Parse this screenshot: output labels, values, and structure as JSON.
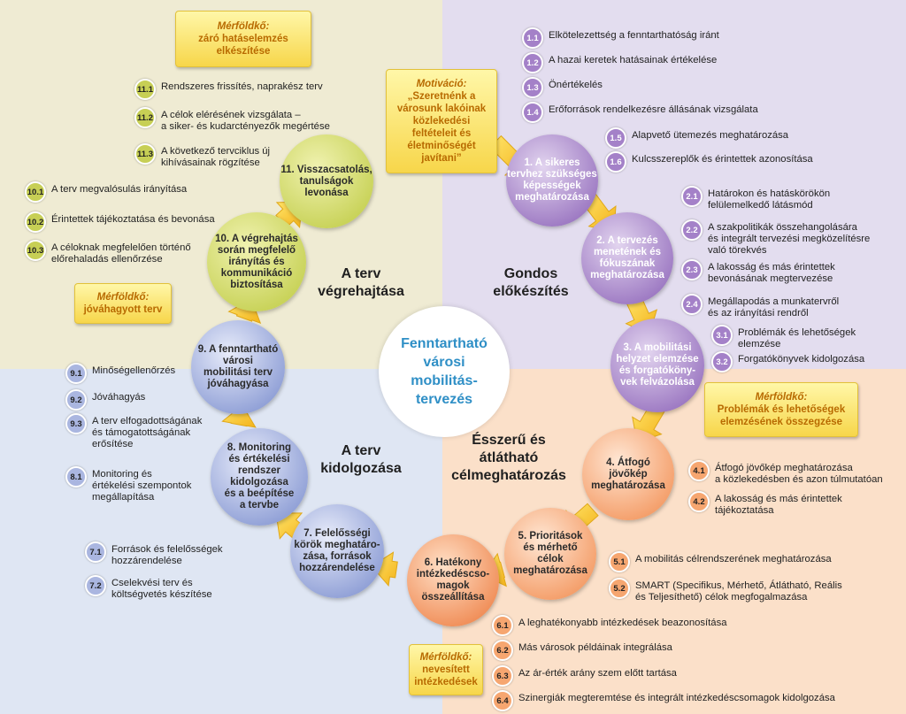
{
  "center_title": [
    "Fenntartható",
    "városi",
    "mobilitás-",
    "tervezés"
  ],
  "phases": {
    "prep": [
      "Gondos",
      "előkészítés"
    ],
    "goals": [
      "Ésszerű és",
      "átlátható",
      "célmeghatározás"
    ],
    "develop": [
      "A terv",
      "kidolgozása"
    ],
    "implement": [
      "A terv",
      "végrehajtása"
    ]
  },
  "circles": [
    {
      "num": 1,
      "lines": [
        "1. A sikeres",
        "tervhez szükséges",
        "képességek",
        "meghatározása"
      ]
    },
    {
      "num": 2,
      "lines": [
        "2. A tervezés",
        "menetének és",
        "fókuszának",
        "meghatározása"
      ]
    },
    {
      "num": 3,
      "lines": [
        "3. A mobilitási",
        "helyzet elemzése",
        "és forgatóköny-",
        "vek felvázolása"
      ]
    },
    {
      "num": 4,
      "lines": [
        "4. Átfogó",
        "jövőkép",
        "meghatározása"
      ]
    },
    {
      "num": 5,
      "lines": [
        "5. Prioritások",
        "és mérhető",
        "célok",
        "meghatározása"
      ]
    },
    {
      "num": 6,
      "lines": [
        "6. Hatékony",
        "intézkedéscso-",
        "magok",
        "összeállítása"
      ]
    },
    {
      "num": 7,
      "lines": [
        "7. Felelősségi",
        "körök meghatáro-",
        "zása, források",
        "hozzárendelése"
      ]
    },
    {
      "num": 8,
      "lines": [
        "8. Monitoring",
        "és értékelési",
        "rendszer",
        "kidolgozása",
        "és a beépítése",
        "a tervbe"
      ]
    },
    {
      "num": 9,
      "lines": [
        "9. A fenntartható",
        "városi",
        "mobilitási terv",
        "jóváhagyása"
      ]
    },
    {
      "num": 10,
      "lines": [
        "10. A végrehajtás",
        "során megfelelő",
        "irányítás és",
        "kommunikáció",
        "biztosítása"
      ]
    },
    {
      "num": 11,
      "lines": [
        "11. Visszacsatolás,",
        "tanulságok",
        "levonása"
      ]
    }
  ],
  "milestones": {
    "m1": {
      "title": "Mérföldkő:",
      "lines": [
        "záró hatáselemzés",
        "elkészítése"
      ]
    },
    "motivation": {
      "title": "Motiváció:",
      "lines": [
        "„Szeretnénk a",
        "városunk lakóinak",
        "közlekedési",
        "feltételeit és",
        "életminőségét",
        "javítani”"
      ]
    },
    "m2": {
      "title": "Mérföldkő:",
      "lines": [
        "jóváhagyott terv"
      ]
    },
    "m3": {
      "title": "Mérföldkő:",
      "lines": [
        "Problémák és lehetőségek",
        "elemzésének összegzése"
      ]
    },
    "m4": {
      "title": "Mérföldkő:",
      "lines": [
        "nevesített",
        "intézkedések"
      ]
    }
  },
  "steps": [
    {
      "id": "1.1",
      "lines": [
        "Elkötelezettség a fenntarthatóság iránt"
      ],
      "color": "purple"
    },
    {
      "id": "1.2",
      "lines": [
        "A hazai keretek hatásainak értékelése"
      ],
      "color": "purple"
    },
    {
      "id": "1.3",
      "lines": [
        "Önértékelés"
      ],
      "color": "purple"
    },
    {
      "id": "1.4",
      "lines": [
        "Erőforrások rendelkezésre állásának vizsgálata"
      ],
      "color": "purple"
    },
    {
      "id": "1.5",
      "lines": [
        "Alapvető ütemezés meghatározása"
      ],
      "color": "purple"
    },
    {
      "id": "1.6",
      "lines": [
        "Kulcsszereplők és érintettek azonosítása"
      ],
      "color": "purple"
    },
    {
      "id": "2.1",
      "lines": [
        "Határokon és hatáskörökön",
        "felülemelkedő látásmód"
      ],
      "color": "purple"
    },
    {
      "id": "2.2",
      "lines": [
        "A szakpolitikák összehangolására",
        "és integrált tervezési megközelítésre",
        "való törekvés"
      ],
      "color": "purple"
    },
    {
      "id": "2.3",
      "lines": [
        "A lakosság és más érintettek",
        "bevonásának megtervezése"
      ],
      "color": "purple"
    },
    {
      "id": "2.4",
      "lines": [
        "Megállapodás a munkatervről",
        "és az irányítási rendről"
      ],
      "color": "purple"
    },
    {
      "id": "3.1",
      "lines": [
        "Problémák és lehetőségek",
        "elemzése"
      ],
      "color": "purple"
    },
    {
      "id": "3.2",
      "lines": [
        "Forgatókönyvek kidolgozása"
      ],
      "color": "purple"
    },
    {
      "id": "4.1",
      "lines": [
        "Átfogó jövőkép meghatározása",
        "a közlekedésben és azon túlmutatóan"
      ],
      "color": "orange"
    },
    {
      "id": "4.2",
      "lines": [
        "A lakosság és más érintettek",
        "tájékoztatása"
      ],
      "color": "orange"
    },
    {
      "id": "5.1",
      "lines": [
        "A mobilitás célrendszerének meghatározása"
      ],
      "color": "orange"
    },
    {
      "id": "5.2",
      "lines": [
        "SMART (Specifikus, Mérhető, Átlátható, Reális",
        "és Teljesíthető) célok megfogalmazása"
      ],
      "color": "orange"
    },
    {
      "id": "6.1",
      "lines": [
        "A leghatékonyabb intézkedések beazonosítása"
      ],
      "color": "orange"
    },
    {
      "id": "6.2",
      "lines": [
        "Más városok példáinak integrálása"
      ],
      "color": "orange"
    },
    {
      "id": "6.3",
      "lines": [
        "Az ár-érték arány szem előtt tartása"
      ],
      "color": "orange"
    },
    {
      "id": "6.4",
      "lines": [
        "Szinergiák megteremtése és integrált intézkedéscsomagok kidolgozása"
      ],
      "color": "orange"
    },
    {
      "id": "7.1",
      "lines": [
        "Források és felelősségek",
        "hozzárendelése"
      ],
      "color": "blue"
    },
    {
      "id": "7.2",
      "lines": [
        "Cselekvési terv és",
        "költségvetés készítése"
      ],
      "color": "blue"
    },
    {
      "id": "8.1",
      "lines": [
        "Monitoring és",
        "értékelési szempontok",
        "megállapítása"
      ],
      "color": "blue"
    },
    {
      "id": "9.1",
      "lines": [
        "Minőségellenőrzés"
      ],
      "color": "blue"
    },
    {
      "id": "9.2",
      "lines": [
        "Jóváhagyás"
      ],
      "color": "blue"
    },
    {
      "id": "9.3",
      "lines": [
        "A terv elfogadottságának",
        "és támogatottságának",
        "erősítése"
      ],
      "color": "blue"
    },
    {
      "id": "10.1",
      "lines": [
        "A terv megvalósulás irányítása"
      ],
      "color": "green"
    },
    {
      "id": "10.2",
      "lines": [
        "Érintettek tájékoztatása és bevonása"
      ],
      "color": "green"
    },
    {
      "id": "10.3",
      "lines": [
        "A céloknak megfelelően történő",
        "előrehaladás ellenőrzése"
      ],
      "color": "green"
    },
    {
      "id": "11.1",
      "lines": [
        "Rendszeres frissítés, naprakész terv"
      ],
      "color": "green"
    },
    {
      "id": "11.2",
      "lines": [
        "A célok elérésének vizsgálata –",
        "a siker- és kudarctényezők megértése"
      ],
      "color": "green"
    },
    {
      "id": "11.3",
      "lines": [
        "A következő tervciklus új",
        "kihívásainak rögzítése"
      ],
      "color": "green"
    }
  ]
}
